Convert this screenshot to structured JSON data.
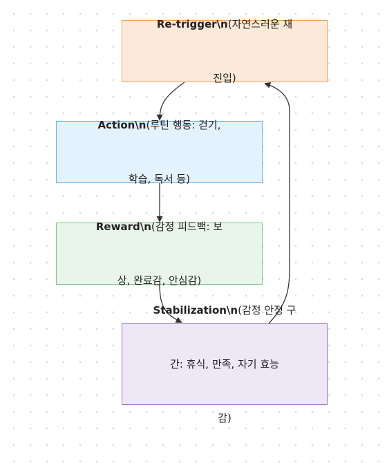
{
  "diagram": {
    "nodes": [
      {
        "id": "retrigger",
        "line1": "Re-trigger\\n(자연스러운 재",
        "line2": "진입)",
        "line3": ""
      },
      {
        "id": "action",
        "line1": "Action\\n(루틴 행동: 걷기,",
        "line2": "학습, 독서 등)",
        "line3": ""
      },
      {
        "id": "reward",
        "line1": "Reward\\n(감정 피드백: 보",
        "line2": "상, 완료감, 안심감)",
        "line3": ""
      },
      {
        "id": "stabilization",
        "line1": "Stabilization\\n(감정 안정 구",
        "line2": "간: 휴식, 만족, 자기 효능",
        "line3": "감)"
      }
    ],
    "edges": [
      {
        "from": "retrigger",
        "to": "action"
      },
      {
        "from": "action",
        "to": "reward"
      },
      {
        "from": "reward",
        "to": "stabilization"
      },
      {
        "from": "stabilization",
        "to": "retrigger"
      }
    ],
    "colors": {
      "retrigger": {
        "fill": "#fde9d9",
        "stroke": "#f0a050"
      },
      "action": {
        "fill": "#e3f2fd",
        "stroke": "#64b5f6"
      },
      "reward": {
        "fill": "#e8f5e9",
        "stroke": "#81c784"
      },
      "stabilization": {
        "fill": "#ede7f6",
        "stroke": "#9575cd"
      },
      "edge": "#333333"
    }
  }
}
